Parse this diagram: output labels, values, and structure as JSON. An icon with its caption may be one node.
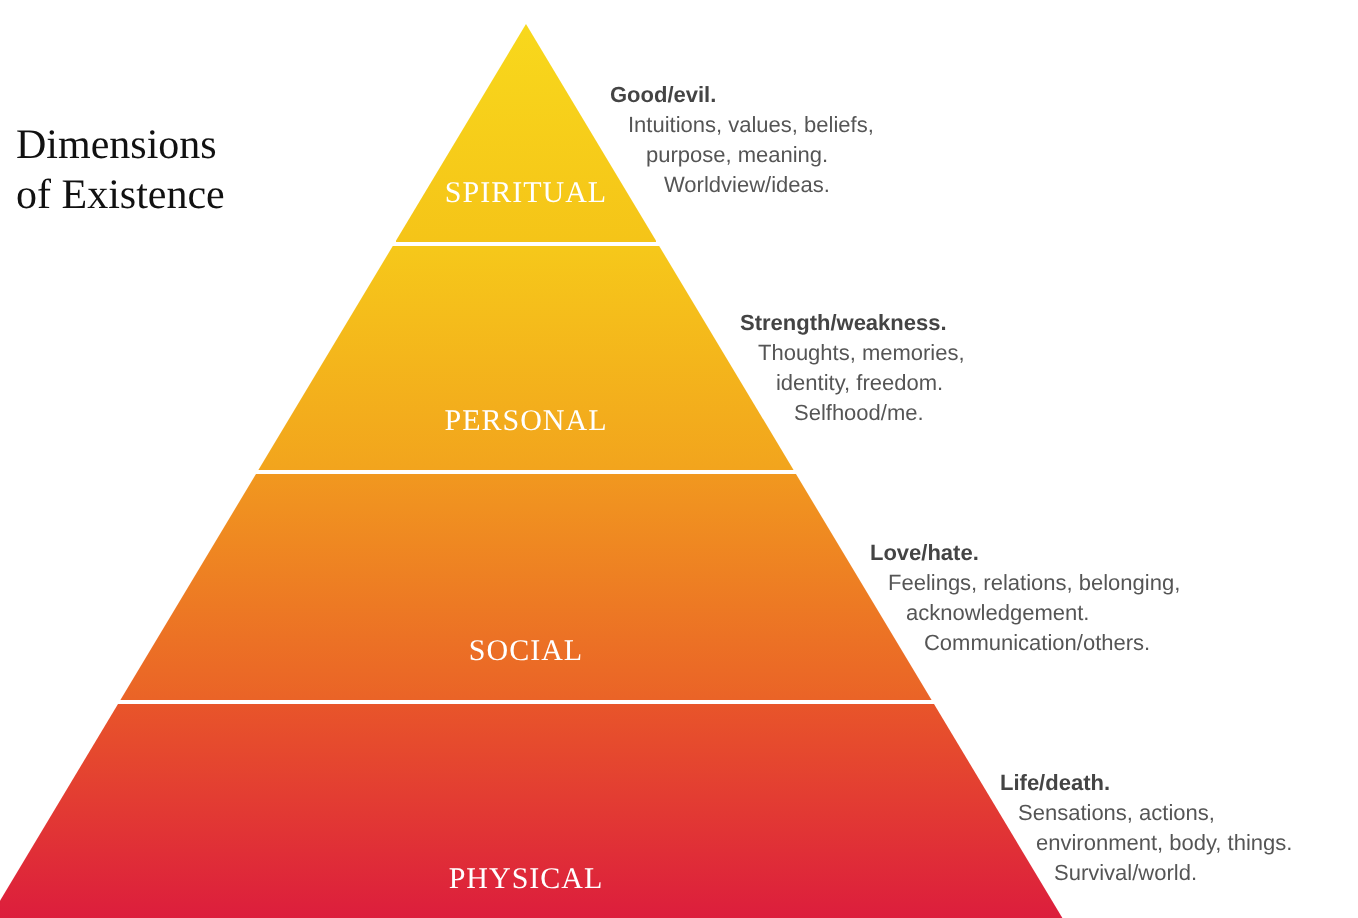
{
  "diagram": {
    "title": "Dimensions of Existence",
    "nodes": [
      {
        "text": [
          "SPIRITUAL",
          "Good/evil.",
          "Intuitions, values, beliefs,",
          "purpose, meaning.",
          "Worldview/ideas."
        ]
      },
      {
        "text": [
          "PERSONAL",
          "Strength/weakness.",
          "Thoughts, memories,",
          "identity, freedom.",
          "Selfhood/me."
        ]
      },
      {
        "text": [
          "SOCIAL",
          "Love/hate.",
          "Feelings, relations, belonging,",
          "acknowledgement.",
          "Communication/others."
        ]
      },
      {
        "text": [
          "PHYSICAL",
          "Life/death.",
          "Sensations, actions,",
          "environment, body, things.",
          "Survival/world."
        ]
      }
    ],
    "edges": []
  }
}
